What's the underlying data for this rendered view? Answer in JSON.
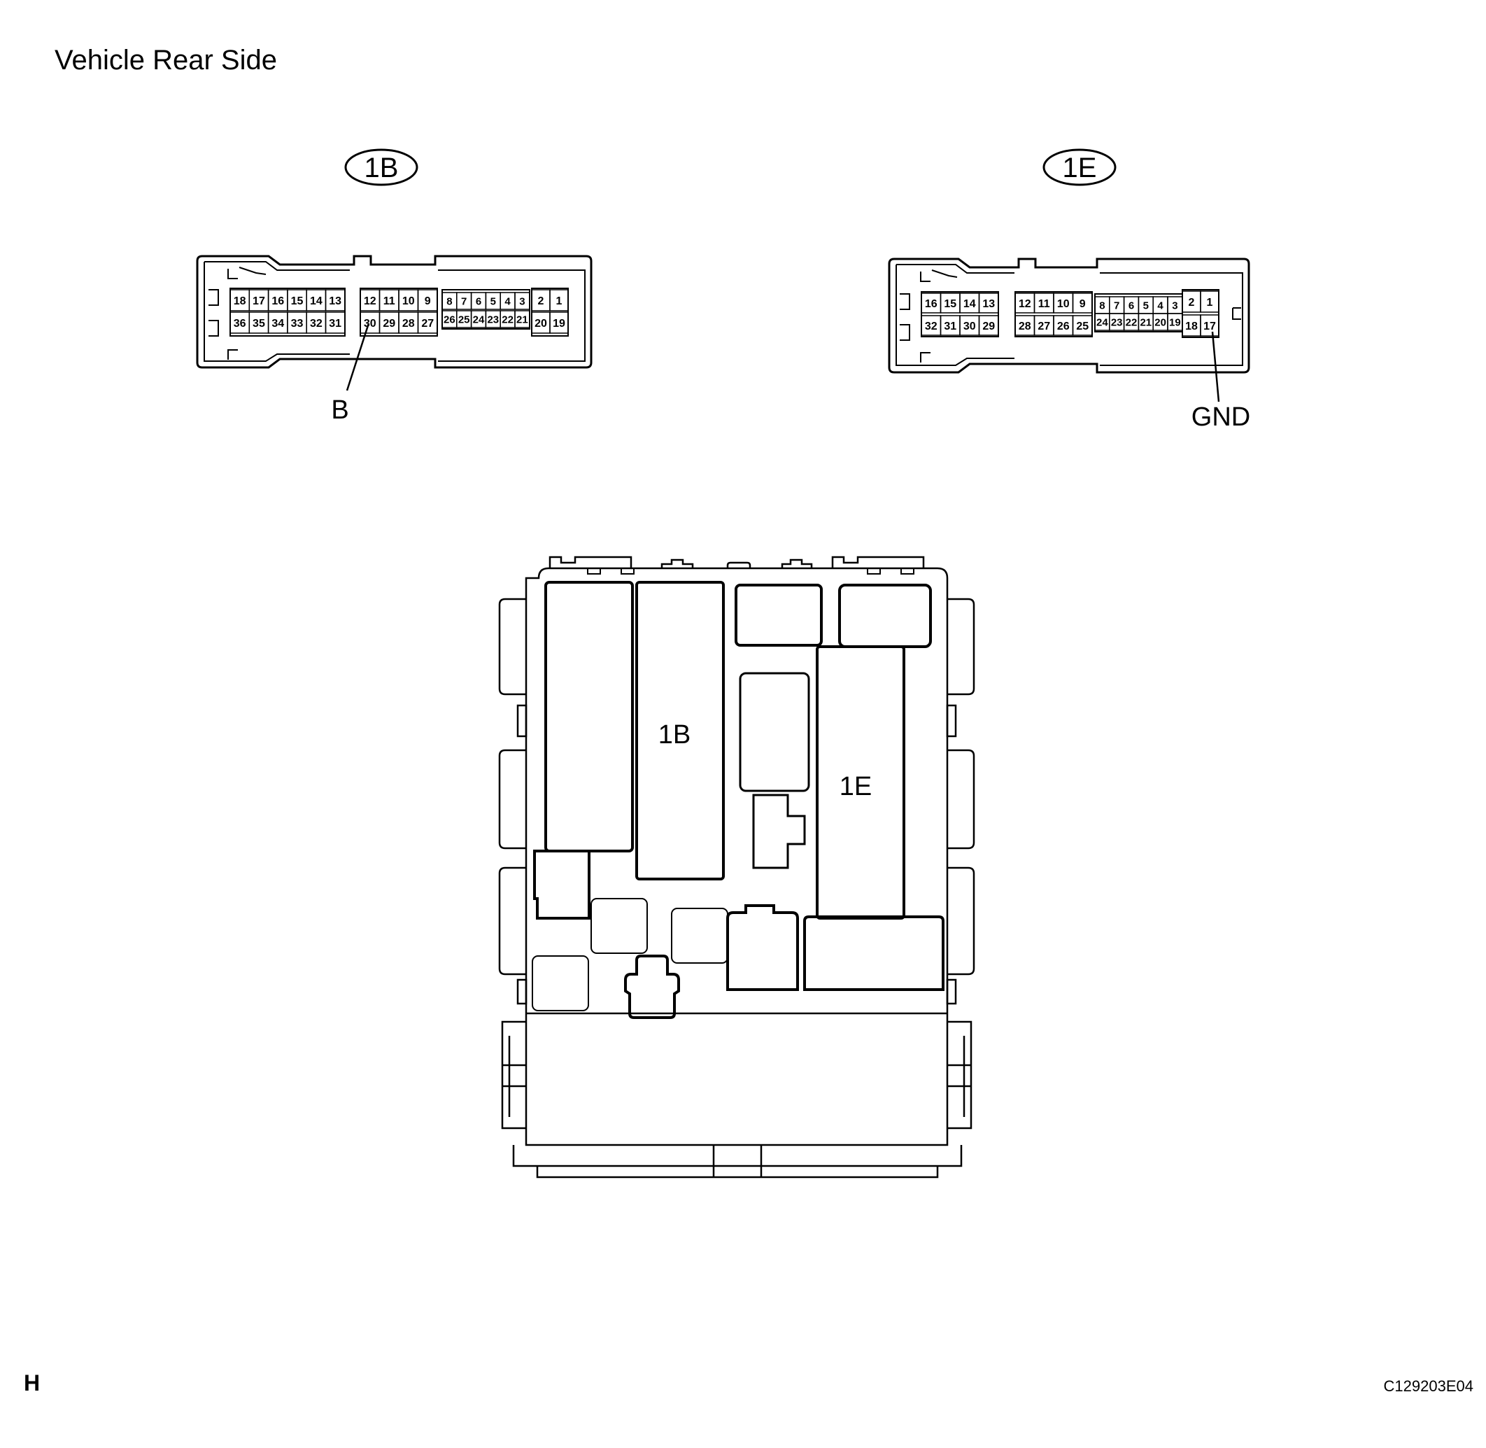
{
  "title": "Vehicle Rear Side",
  "footer_left": "H",
  "footer_right": "C129203E04",
  "connector_1b": {
    "id": "1B",
    "top_row": [
      "18",
      "17",
      "16",
      "15",
      "14",
      "13",
      "12",
      "11",
      "10",
      "9",
      "8",
      "7",
      "6",
      "5",
      "4",
      "3",
      "2",
      "1"
    ],
    "bottom_row": [
      "36",
      "35",
      "34",
      "33",
      "32",
      "31",
      "30",
      "29",
      "28",
      "27",
      "26",
      "25",
      "24",
      "23",
      "22",
      "21",
      "20",
      "19"
    ],
    "callout": "B"
  },
  "connector_1e": {
    "id": "1E",
    "top_row": [
      "16",
      "15",
      "14",
      "13",
      "12",
      "11",
      "10",
      "9",
      "8",
      "7",
      "6",
      "5",
      "4",
      "3",
      "2",
      "1"
    ],
    "bottom_row": [
      "32",
      "31",
      "30",
      "29",
      "28",
      "27",
      "26",
      "25",
      "24",
      "23",
      "22",
      "21",
      "20",
      "19",
      "18",
      "17"
    ],
    "callout": "GND"
  },
  "junction_block": {
    "label_1b": "1B",
    "label_1e": "1E"
  }
}
